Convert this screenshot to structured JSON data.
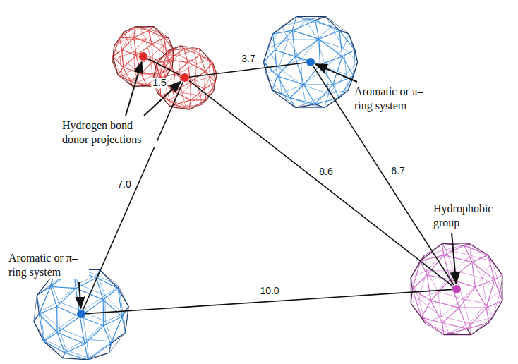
{
  "diagram": {
    "nodes": [
      {
        "text": []
      },
      {
        "text": [
          "Hydrogen bond donor projections"
        ]
      },
      {
        "text": [
          "Aromatic or π–ring system"
        ]
      },
      {
        "text": [
          "Aromatic or π–ring system"
        ]
      },
      {
        "text": [
          "Hydrophobic group"
        ]
      }
    ],
    "edges": [
      {
        "from": 0,
        "to": 1,
        "label": "1.5",
        "arrow": "none"
      },
      {
        "from": 1,
        "to": 2,
        "label": "3.7",
        "arrow": "none"
      },
      {
        "from": 1,
        "to": 3,
        "label": "7.0",
        "arrow": "none"
      },
      {
        "from": 1,
        "to": 4,
        "label": "8.6",
        "arrow": "none"
      },
      {
        "from": 2,
        "to": 4,
        "label": "6.7",
        "arrow": "none"
      },
      {
        "from": 3,
        "to": 4,
        "label": "10.0",
        "arrow": "none"
      }
    ]
  }
}
